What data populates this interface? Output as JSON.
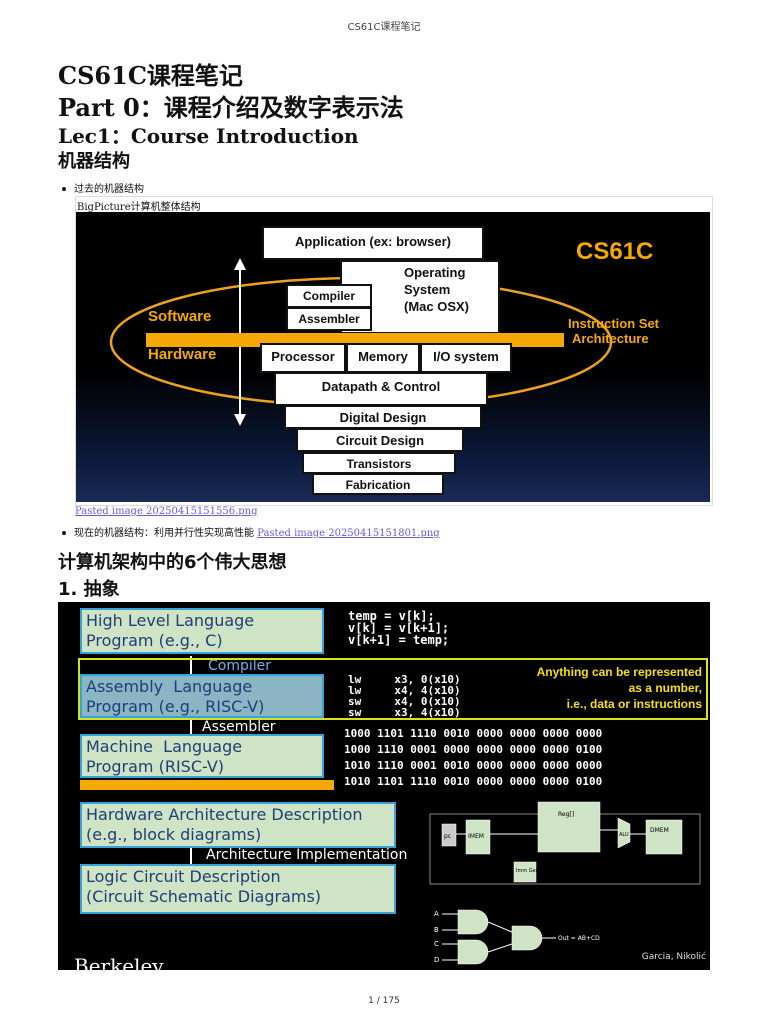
{
  "header": {
    "title": "CS61C课程笔记"
  },
  "headings": {
    "h1_title": "CS61C课程笔记",
    "h1_part": "Part 0：课程介绍及数字表示法",
    "h2_lec": "Lec1：Course Introduction",
    "h3_machine": "机器结构",
    "h3_ideas": "计算机架构中的6个伟大思想",
    "h3_abstract": "1. 抽象"
  },
  "bullets": {
    "past": "过去的机器结构",
    "now": "现在的机器结构：利用并行性实现高性能",
    "now_link": "Pasted image 20250415151801.png"
  },
  "figure1": {
    "caption": "BigPicture计算机整体结构",
    "link": "Pasted image 20250415151556.png",
    "course": "CS61C",
    "software": "Software",
    "hardware": "Hardware",
    "isa_line1": "Instruction Set",
    "isa_line2": "Architecture",
    "boxes": {
      "application": "Application (ex: browser)",
      "os_line1": "Operating",
      "os_line2": "System",
      "os_line3": "(Mac OSX)",
      "compiler": "Compiler",
      "assembler": "Assembler",
      "processor": "Processor",
      "memory": "Memory",
      "io": "I/O system",
      "datapath": "Datapath & Control",
      "digital": "Digital Design",
      "circuit": "Circuit Design",
      "transistors": "Transistors",
      "fabrication": "Fabrication"
    }
  },
  "figure2": {
    "levels": {
      "hll": "High Level Language\nProgram (e.g., C)",
      "asm": "Assembly  Language\nProgram (e.g., RISC-V)",
      "mach": "Machine  Language\nProgram (RISC-V)",
      "hw": "Hardware Architecture Description\n(e.g., block diagrams)",
      "logic": "Logic Circuit Description\n(Circuit Schematic Diagrams)"
    },
    "arrows": {
      "compiler": "Compiler",
      "assembler": "Assembler",
      "arch_impl": "Architecture Implementation"
    },
    "c_code": "temp = v[k];\nv[k] = v[k+1];\nv[k+1] = temp;",
    "asm_code": "lw     x3, 0(x10)\nlw     x4, 4(x10)\nsw     x4, 0(x10)\nsw     x3, 4(x10)",
    "machine_code": "1000 1101 1110 0010 0000 0000 0000 0000\n1000 1110 0001 0000 0000 0000 0000 0100\n1010 1110 0001 0010 0000 0000 0000 0000\n1010 1101 1110 0010 0000 0000 0000 0100",
    "note_line1": "Anything can be represented",
    "note_line2": "as a number,",
    "note_line3": "i.e., data or instructions",
    "logic_out": "Out = AB+CD",
    "credit": "Garcia, Nikolić",
    "berkeley": "Berkeley",
    "gates": {
      "a": "A",
      "b": "B",
      "c": "C",
      "d": "D"
    },
    "datapath_labels": {
      "pc": "pc",
      "imem": "IMEM",
      "reg": "Reg[]",
      "alu": "ALU",
      "dmem": "DMEM",
      "imm": "Imm Gen"
    },
    "colors": {
      "accent_yellow": "#f5a800",
      "box_green": "#cfe3c5",
      "box_border": "#3aa0d8",
      "note_border": "#d6e31b"
    }
  },
  "footer": {
    "page": "1 / 175"
  }
}
